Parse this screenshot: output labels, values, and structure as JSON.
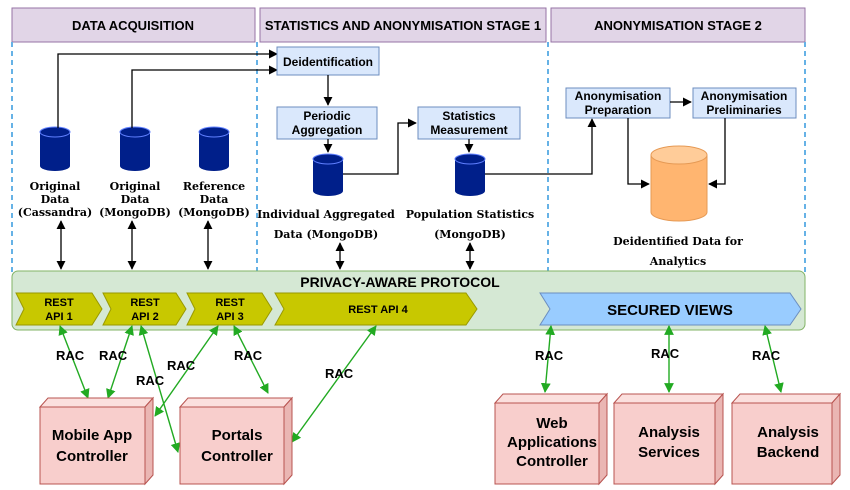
{
  "stages": {
    "acquisition": "DATA ACQUISITION",
    "stage1": "STATISTICS AND ANONYMISATION STAGE 1",
    "stage2": "ANONYMISATION STAGE 2"
  },
  "processes": {
    "deidentification": "Deidentification",
    "periodic_aggregation": [
      "Periodic",
      "Aggregation"
    ],
    "statistics_measurement": [
      "Statistics",
      "Measurement"
    ],
    "anonymisation_preparation": [
      "Anonymisation",
      "Preparation"
    ],
    "anonymisation_preliminaries": [
      "Anonymisation",
      "Preliminaries"
    ]
  },
  "databases": {
    "original_cassandra": [
      "Original",
      "Data",
      "(Cassandra)"
    ],
    "original_mongodb": [
      "Original",
      "Data",
      "(MongoDB)"
    ],
    "reference_mongodb": [
      "Reference",
      "Data",
      "(MongoDB)"
    ],
    "individual_aggregated": [
      "Individual  Aggregated",
      "Data (MongoDB)"
    ],
    "population_statistics": [
      "Population Statistics",
      "(MongoDB)"
    ],
    "deidentified_analytics": [
      "Deidentified Data for",
      "Analytics"
    ]
  },
  "protocol": {
    "title": "PRIVACY-AWARE PROTOCOL",
    "apis": [
      [
        "REST",
        "API 1"
      ],
      [
        "REST",
        "API 2"
      ],
      [
        "REST",
        "API 3"
      ],
      [
        "REST API 4"
      ]
    ],
    "secured_views": "SECURED VIEWS"
  },
  "rac_label": "RAC",
  "controllers": {
    "mobile_app": [
      "Mobile App",
      "Controller"
    ],
    "portals": [
      "Portals",
      "Controller"
    ],
    "web_apps": [
      "Web",
      "Applications",
      "Controller"
    ],
    "analysis_services": [
      "Analysis",
      "Services"
    ],
    "analysis_backend": [
      "Analysis",
      "Backend"
    ]
  },
  "colors": {
    "stage_header": "#e1d5e7",
    "stage_border": "#9673a6",
    "process_box": "#dae8fc",
    "process_border": "#6c8ebf",
    "db_dark": "#001f8a",
    "db_orange": "#ffb570",
    "protocol_bg": "#d5e8d4",
    "protocol_border": "#82b366",
    "api_fill": "#c8c800",
    "api_border": "#999900",
    "secured_fill": "#99ccff",
    "controller_fill": "#f8cecc",
    "controller_border": "#b85450",
    "rac_arrow": "#22aa22",
    "dashed": "#66b2e6"
  }
}
